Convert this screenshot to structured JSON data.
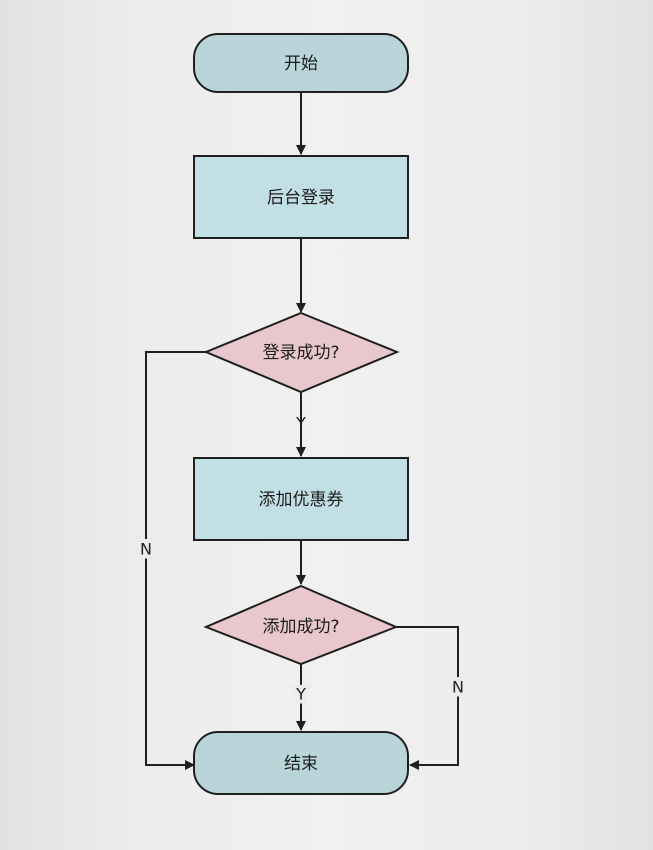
{
  "flowchart": {
    "nodes": {
      "start": {
        "label": "开始",
        "shape": "terminal"
      },
      "login": {
        "label": "后台登录",
        "shape": "process"
      },
      "login_check": {
        "label": "登录成功?",
        "shape": "decision"
      },
      "add_coupon": {
        "label": "添加优惠券",
        "shape": "process"
      },
      "add_check": {
        "label": "添加成功?",
        "shape": "decision"
      },
      "end": {
        "label": "结束",
        "shape": "terminal"
      }
    },
    "edges": {
      "login_yes": {
        "label": "Y",
        "from": "login_check",
        "to": "add_coupon"
      },
      "login_no": {
        "label": "N",
        "from": "login_check",
        "to": "end"
      },
      "add_yes": {
        "label": "Y",
        "from": "add_check",
        "to": "end"
      },
      "add_no": {
        "label": "N",
        "from": "add_check",
        "to": "end"
      },
      "start_to_login": {
        "label": "",
        "from": "start",
        "to": "login"
      },
      "login_to_check": {
        "label": "",
        "from": "login",
        "to": "login_check"
      },
      "coupon_to_check": {
        "label": "",
        "from": "add_coupon",
        "to": "add_check"
      }
    }
  },
  "colors": {
    "terminal_fill": "#b9d5d9",
    "process_fill": "#c2dfe5",
    "decision_fill": "#e8c8cc",
    "stroke": "#1f1f1f"
  }
}
